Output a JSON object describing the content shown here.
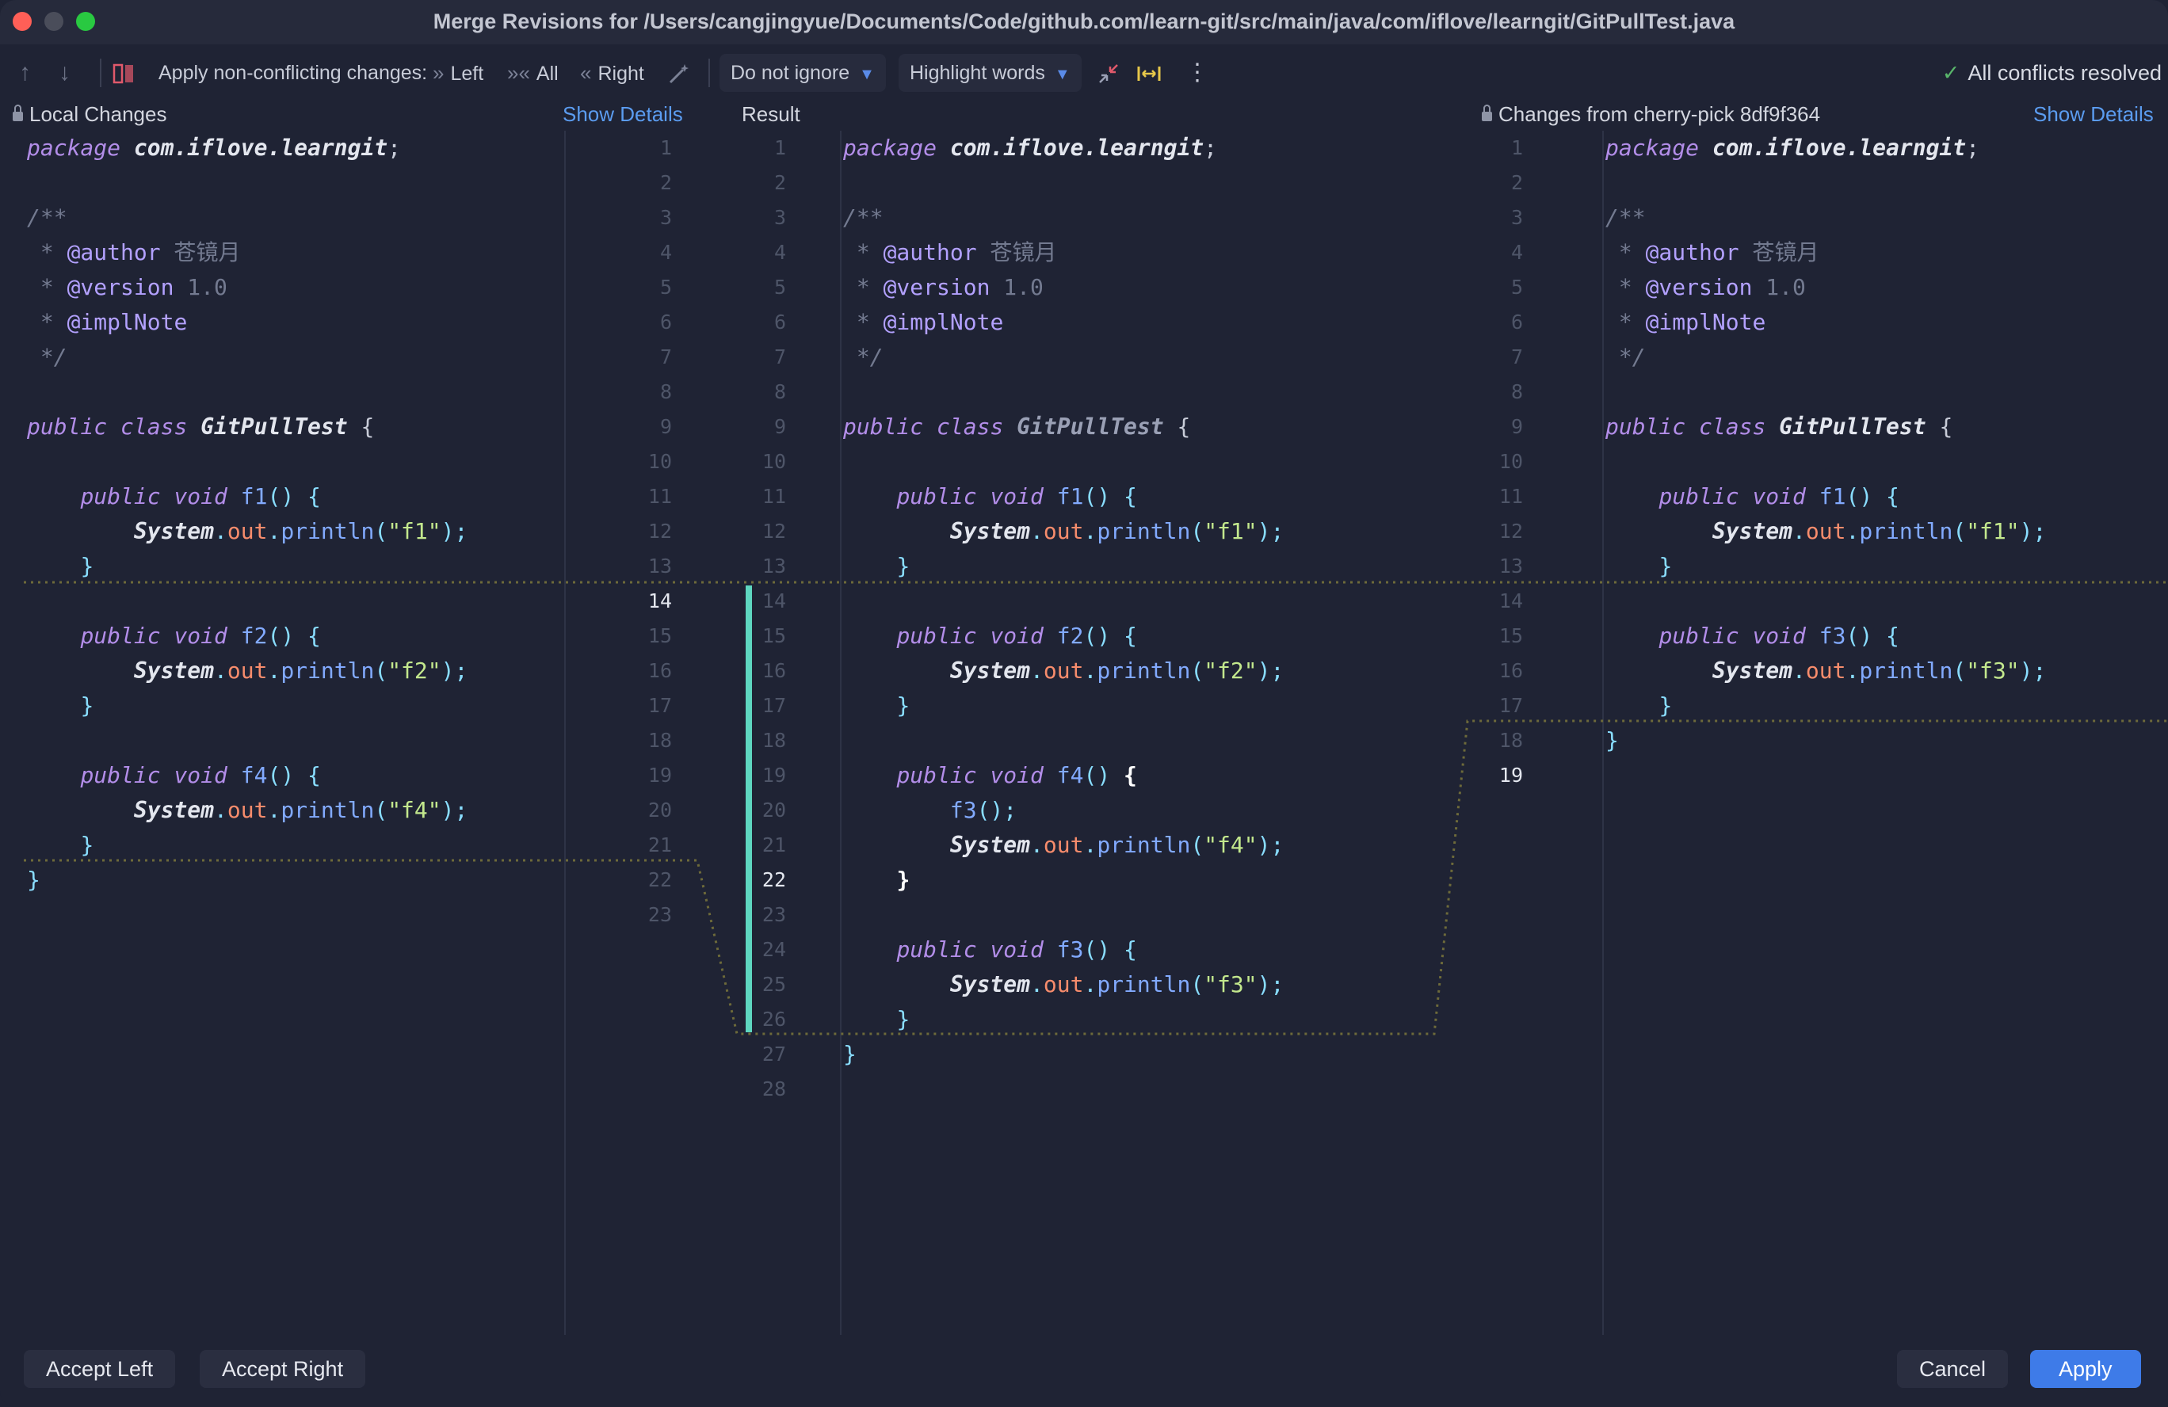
{
  "window": {
    "title": "Merge Revisions for /Users/cangjingyue/Documents/Code/github.com/learn-git/src/main/java/com/iflove/learngit/GitPullTest.java"
  },
  "toolbar": {
    "prev_icon": "arrow-up-icon",
    "next_icon": "arrow-down-icon",
    "apply_label": "Apply non-conflicting changes:",
    "left_label": "Left",
    "all_label": "All",
    "right_label": "Right",
    "ignore_select": "Do not ignore",
    "highlight_select": "Highlight words",
    "status": "All conflicts resolved"
  },
  "panes": {
    "left_title": "Local Changes",
    "left_link": "Show Details",
    "center_title": "Result",
    "right_title": "Changes from cherry-pick 8df9f364",
    "right_link": "Show Details"
  },
  "gutters": {
    "left_numbers": [
      "1",
      "2",
      "3",
      "4",
      "5",
      "6",
      "7",
      "8",
      "9",
      "10",
      "11",
      "12",
      "13",
      "14",
      "15",
      "16",
      "17",
      "18",
      "19",
      "20",
      "21",
      "22",
      "23"
    ],
    "result_numbers": [
      "1",
      "2",
      "3",
      "4",
      "5",
      "6",
      "7",
      "8",
      "9",
      "10",
      "11",
      "12",
      "13",
      "14",
      "15",
      "16",
      "17",
      "18",
      "19",
      "20",
      "21",
      "22",
      "23",
      "24",
      "25",
      "26",
      "27",
      "28"
    ],
    "right_numbers": [
      "1",
      "2",
      "3",
      "4",
      "5",
      "6",
      "7",
      "8",
      "9",
      "10",
      "11",
      "12",
      "13",
      "14",
      "15",
      "16",
      "17",
      "18",
      "19"
    ]
  },
  "code": {
    "left": {
      "package_kw": "package",
      "package_name": "com.iflove.learngit",
      "semi": ";",
      "c_open": "/**",
      "c_star": " * ",
      "author_tag": "@author",
      "author_name": "苍镜月",
      "version_tag": "@version",
      "version_num": "1.0",
      "impl_tag": "@implNote",
      "c_close": " */",
      "public": "public",
      "class": "class",
      "class_name": "GitPullTest",
      "brace_open": "{",
      "void": "void",
      "f1": "f1",
      "f2": "f2",
      "f4": "f4",
      "parens": "()",
      "system": "System",
      "dot": ".",
      "out": "out",
      "println": "println",
      "s_f1": "\"f1\"",
      "s_f2": "\"f2\"",
      "s_f4": "\"f4\"",
      "close_call": ");",
      "lparen": "(",
      "brace_close": "}"
    },
    "center": {
      "f3": "f3",
      "call_f3": "();",
      "s_f3": "\"f3\""
    }
  },
  "buttons": {
    "accept_left": "Accept Left",
    "accept_right": "Accept Right",
    "cancel": "Cancel",
    "apply": "Apply"
  },
  "colors": {
    "background": "#1f2334",
    "accent": "#3e7be8",
    "resolved_check": "#59b66b",
    "result_change_bar": "#5ed6c0",
    "conflict_outline": "#6d6a3a"
  }
}
